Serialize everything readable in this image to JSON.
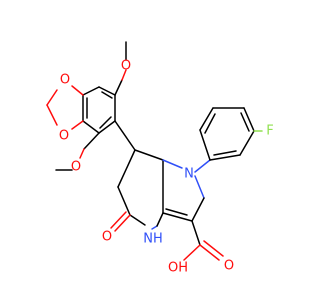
{
  "molecule": {
    "atoms": {
      "o_ring_top": "O",
      "o_ring_bottom": "O",
      "o_methoxy_top": "O",
      "o_methoxy_bottom": "O",
      "n_pyrrole": "N",
      "f_atom": "F",
      "o_lactam": "O",
      "nh_lactam": "NH",
      "oh_acid": "OH",
      "o_acid": "O"
    },
    "colors": {
      "carbon": "#000000",
      "oxygen": "#ff0d0d",
      "nitrogen": "#3050f8",
      "fluorine": "#90e050"
    }
  }
}
